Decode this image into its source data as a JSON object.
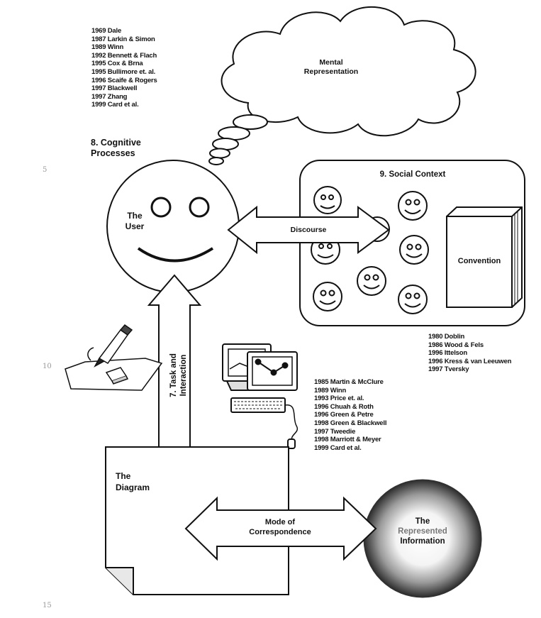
{
  "line_numbers": [
    "5",
    "10",
    "15"
  ],
  "labels": {
    "mental": "Mental\nRepresentation",
    "cognitive": "8. Cognitive\nProcesses",
    "user": "The\nUser",
    "social": "9. Social Context",
    "discourse": "Discourse",
    "convention": "Convention",
    "task": "7. Task and\nInteraction",
    "diagram": "The\nDiagram",
    "mode": "Mode of\nCorrespondence",
    "info_1": "The",
    "info_2": "Represented",
    "info_3": "Information"
  },
  "refs_cognitive": [
    "1969 Dale",
    "1987 Larkin & Simon",
    "1989 Winn",
    "1992 Bennett & Flach",
    "1995 Cox & Brna",
    "1995 Bullimore et. al.",
    "1996 Scaife & Rogers",
    "1997 Blackwell",
    "1997 Zhang",
    "1999 Card et al."
  ],
  "refs_social": [
    "1980 Doblin",
    "1986 Wood & Fels",
    "1996 Ittelson",
    "1996 Kress & van Leeuwen",
    "1997 Tversky"
  ],
  "refs_task": [
    "1985 Martin & McClure",
    "1989 Winn",
    "1993 Price et. al.",
    "1996 Chuah & Roth",
    "1996 Green & Petre",
    "1998 Green & Blackwell",
    "1997 Tweedie",
    "1998 Marriott & Meyer",
    "1999 Card et al."
  ]
}
